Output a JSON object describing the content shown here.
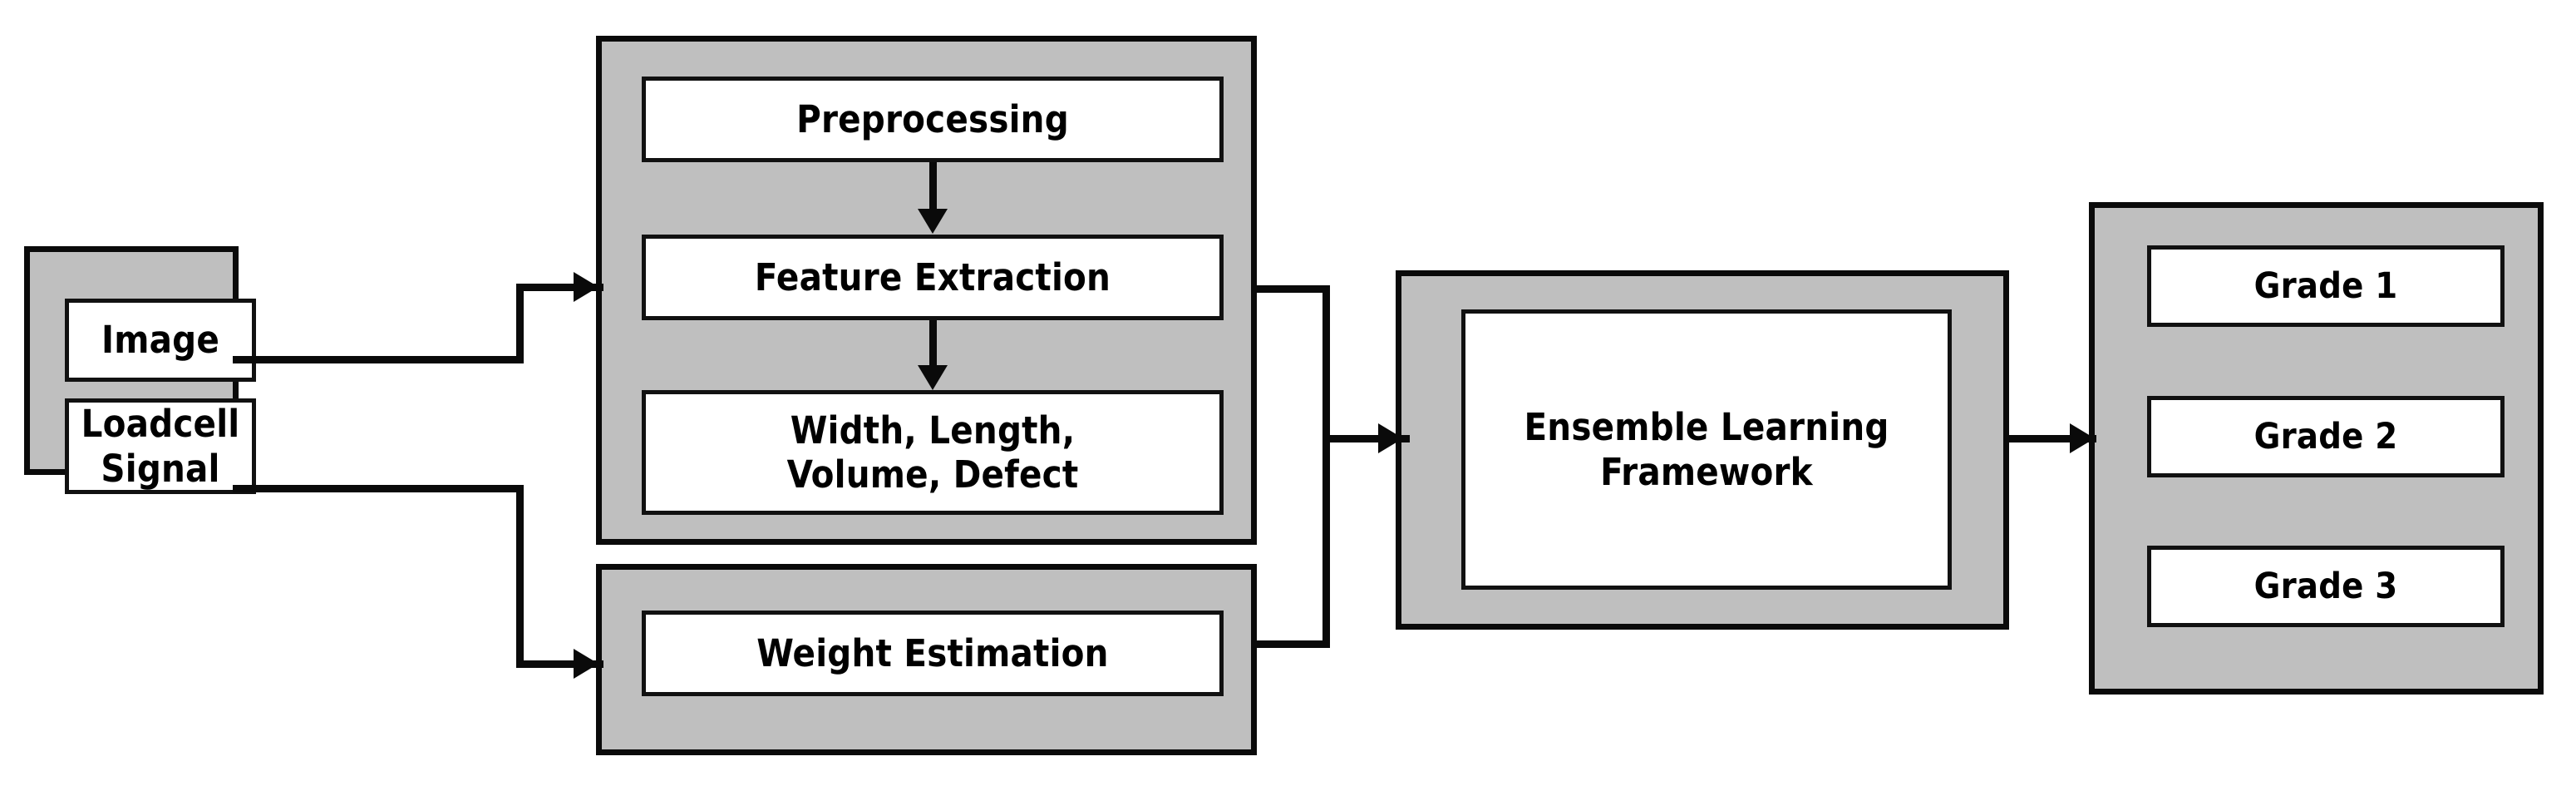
{
  "diagram": {
    "title": "Fruit grading pipeline block diagram",
    "palette": {
      "group_fill": "#BFBFBF",
      "group_border": "#0A0A0A",
      "node_fill": "#FFFFFF",
      "node_border": "#111111",
      "connector": "#0A0A0A",
      "background": "#FFFFFF"
    },
    "groups": [
      {
        "id": "inputs",
        "name": "input-sources-group",
        "nodes": [
          {
            "id": "image",
            "label": "Image"
          },
          {
            "id": "loadcell",
            "label": "Loadcell\nSignal",
            "line1": "Loadcell",
            "line2": "Signal"
          }
        ]
      },
      {
        "id": "vision",
        "name": "vision-processing-group",
        "nodes": [
          {
            "id": "preprocessing",
            "label": "Preprocessing"
          },
          {
            "id": "feature-extraction",
            "label": "Feature Extraction"
          },
          {
            "id": "features",
            "label": "Width, Length,\nVolume, Defect",
            "line1": "Width, Length,",
            "line2": "Volume, Defect"
          }
        ]
      },
      {
        "id": "weight",
        "name": "weight-estimation-group",
        "nodes": [
          {
            "id": "weight-estimation",
            "label": "Weight Estimation"
          }
        ]
      },
      {
        "id": "ensemble",
        "name": "ensemble-group",
        "nodes": [
          {
            "id": "ensemble-learning-framework",
            "label": "Ensemble Learning\nFramework",
            "line1": "Ensemble Learning",
            "line2": "Framework"
          }
        ]
      },
      {
        "id": "grades",
        "name": "output-grades-group",
        "nodes": [
          {
            "id": "grade-1",
            "label": "Grade 1"
          },
          {
            "id": "grade-2",
            "label": "Grade 2"
          },
          {
            "id": "grade-3",
            "label": "Grade 3"
          }
        ]
      }
    ],
    "connectors": [
      {
        "id": "image-to-feature-extraction",
        "from": "image",
        "to": "feature-extraction",
        "style": "elbow-up",
        "arrowhead": "right"
      },
      {
        "id": "loadcell-to-weight",
        "from": "loadcell",
        "to": "weight-estimation",
        "style": "elbow-down",
        "arrowhead": "right"
      },
      {
        "id": "preprocessing-to-feature",
        "from": "preprocessing",
        "to": "feature-extraction",
        "style": "straight",
        "arrowhead": "down"
      },
      {
        "id": "feature-to-features",
        "from": "feature-extraction",
        "to": "features",
        "style": "straight",
        "arrowhead": "down"
      },
      {
        "id": "vision-and-weight-to-ensemble",
        "from": "vision + weight",
        "to": "ensemble-learning-framework",
        "style": "merge",
        "arrowhead": "right"
      },
      {
        "id": "ensemble-to-grades",
        "from": "ensemble-learning-framework",
        "to": "grades",
        "style": "straight",
        "arrowhead": "right"
      }
    ]
  }
}
